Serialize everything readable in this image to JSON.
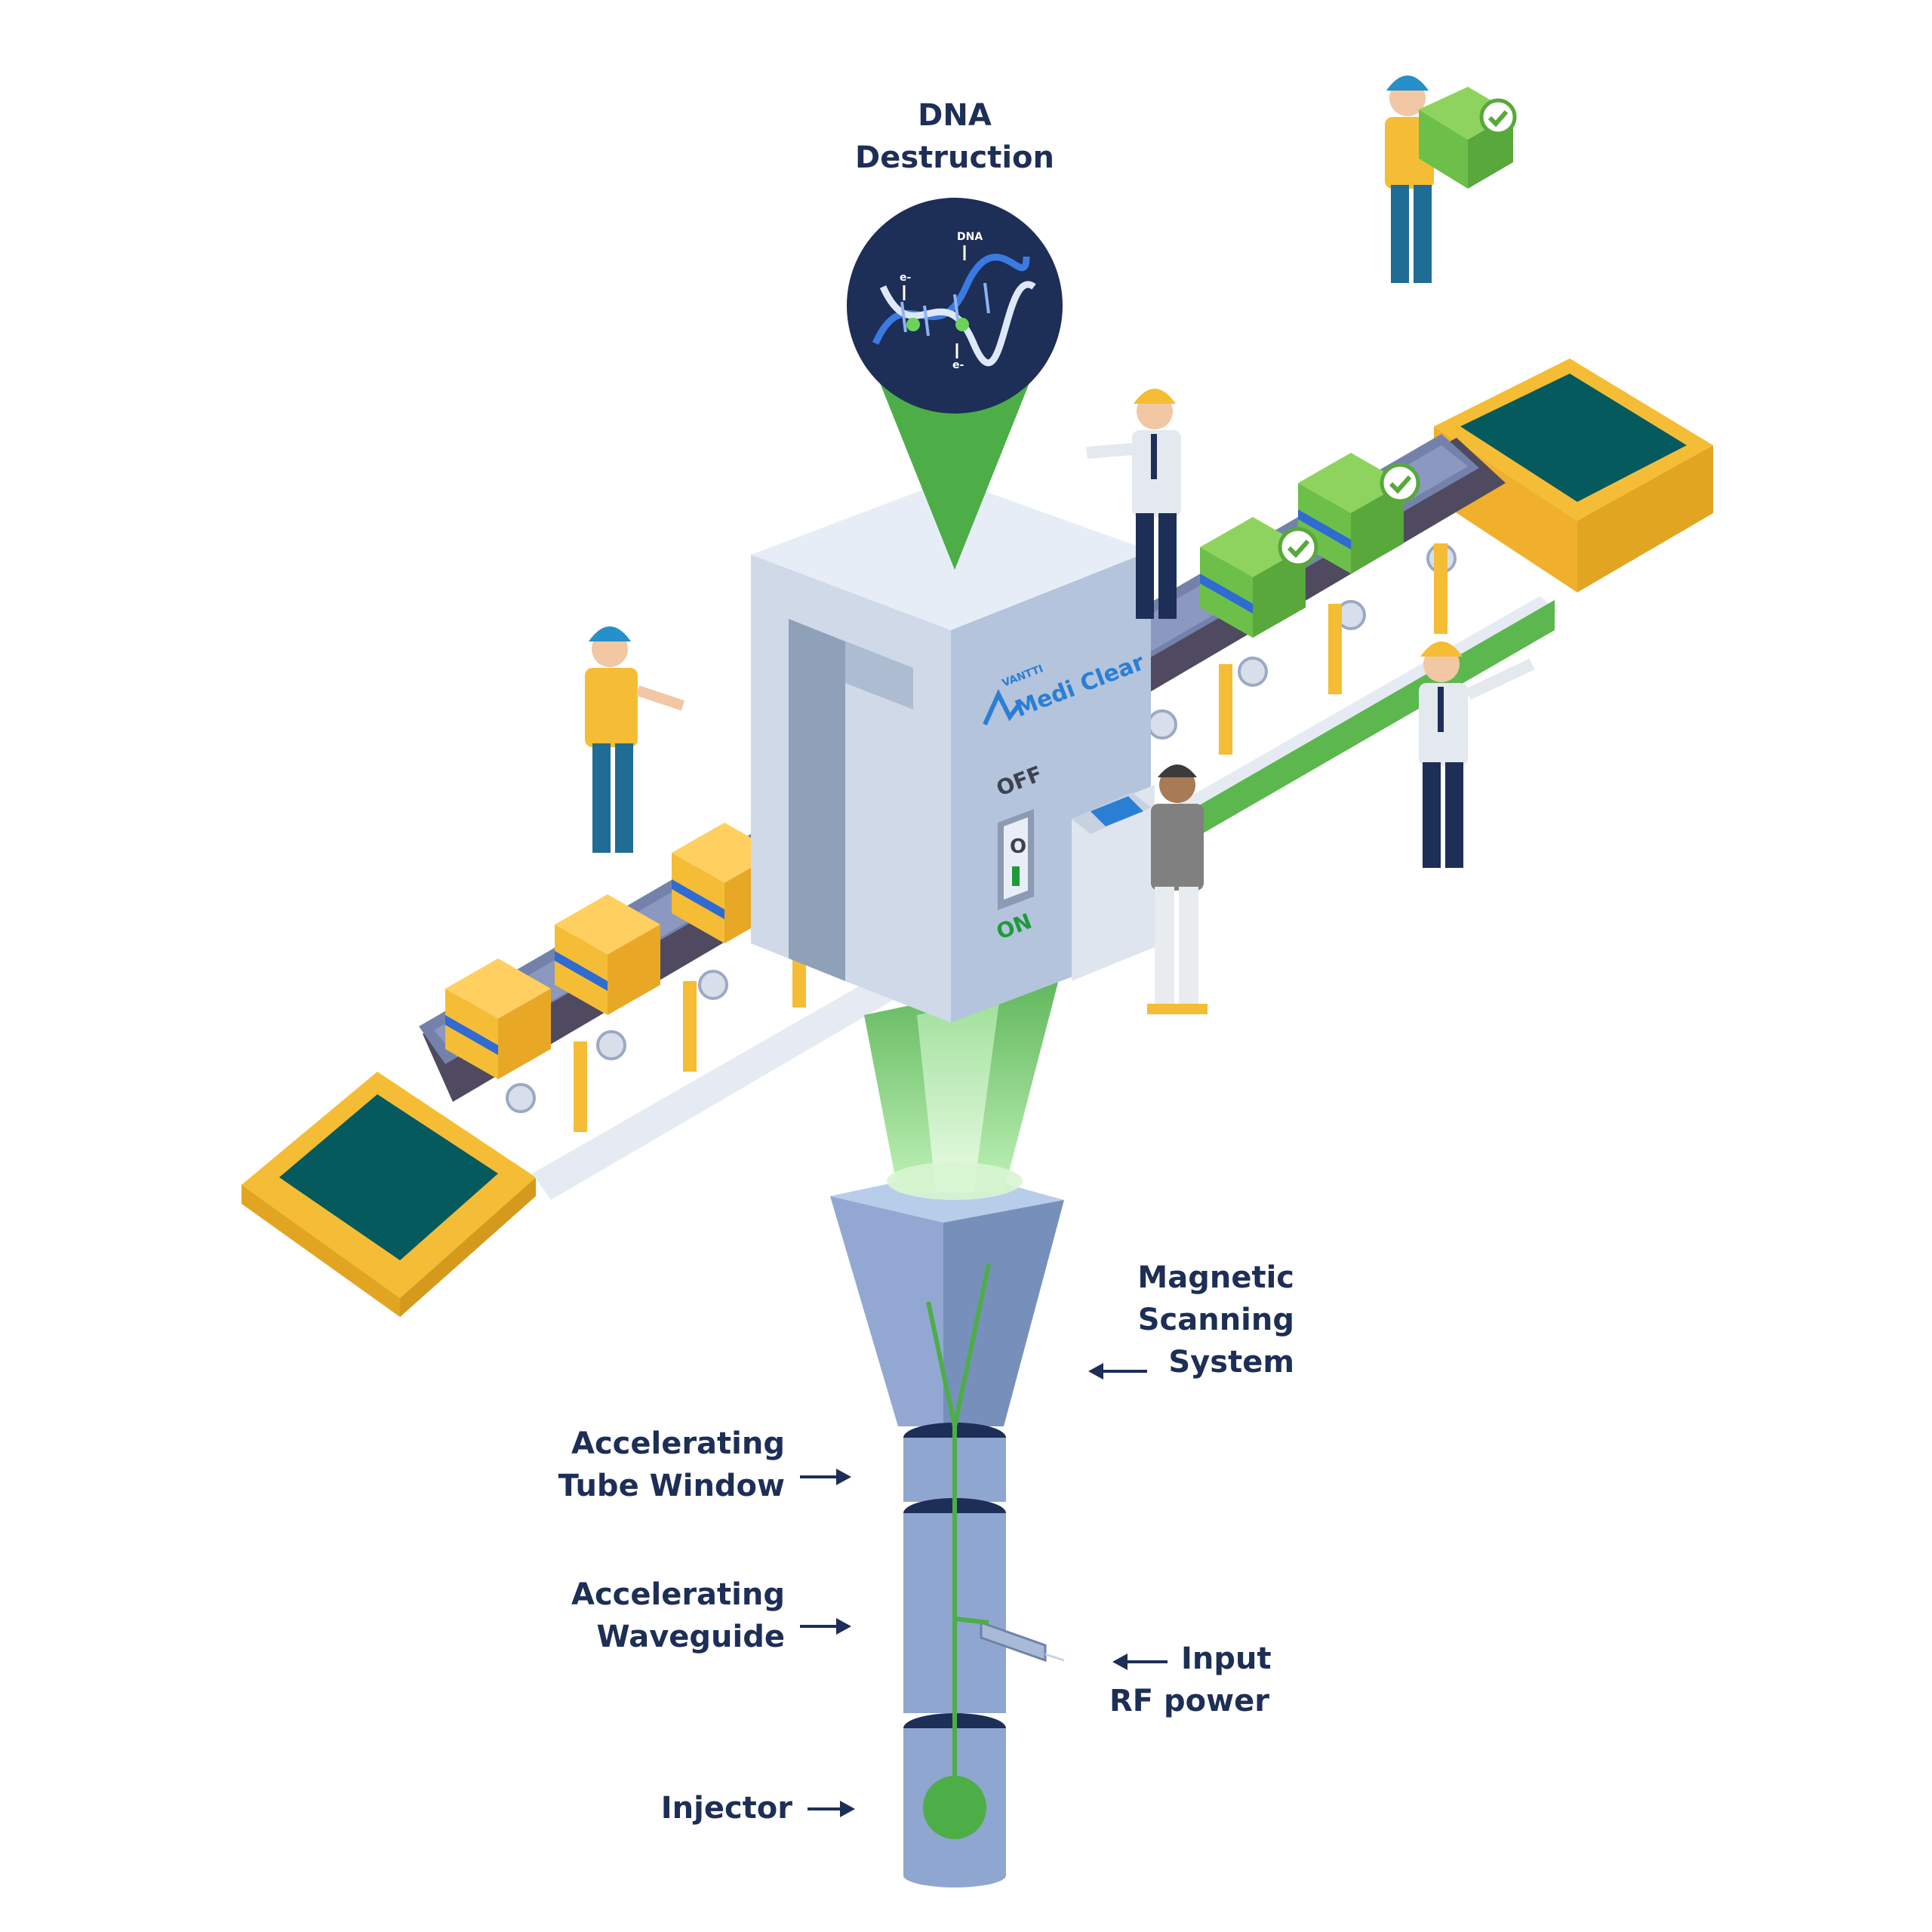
{
  "labels": {
    "dna_destruction": [
      "DNA",
      "Destruction"
    ],
    "magnetic_scanning": [
      "Magnetic",
      "Scanning",
      "System"
    ],
    "tube_window": [
      "Accelerating",
      "Tube Window"
    ],
    "waveguide": [
      "Accelerating",
      "Waveguide"
    ],
    "rf_power": [
      "Input",
      "RF power"
    ],
    "injector": "Injector"
  },
  "dna_icon": {
    "dna": "DNA",
    "electron": "e-"
  },
  "machine": {
    "brand_small": "VANTTI",
    "brand": "Medi Clear",
    "switch_off": "OFF",
    "switch_on": "ON",
    "switch_zero": "O"
  },
  "colors": {
    "navy": "#1d2e57",
    "green": "#4dae48",
    "yellow": "#f5bd35",
    "teal": "#055a5e",
    "belt": "#6f7aa3",
    "machine": "#b4c4dc"
  },
  "icons": [
    "dna-helix-icon",
    "check-badge-icon",
    "worker-figure",
    "control-panel-icon"
  ]
}
